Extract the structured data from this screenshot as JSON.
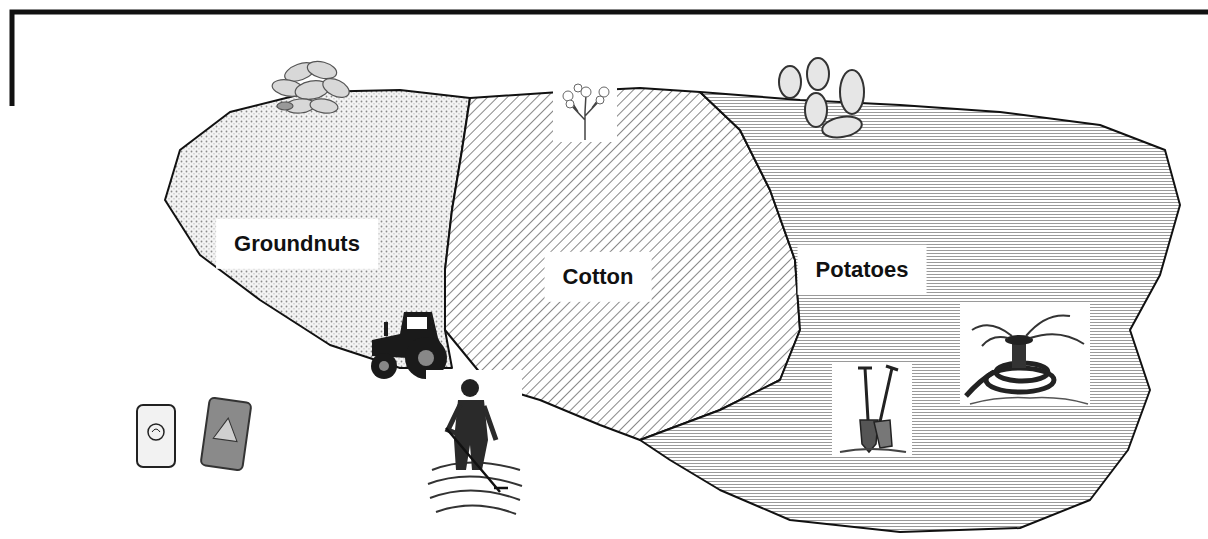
{
  "diagram": {
    "nodes": [
      {
        "text": [
          "Groundnuts"
        ]
      },
      {
        "text": [
          "Cotton"
        ]
      },
      {
        "text": [
          "Potatoes"
        ]
      }
    ]
  }
}
